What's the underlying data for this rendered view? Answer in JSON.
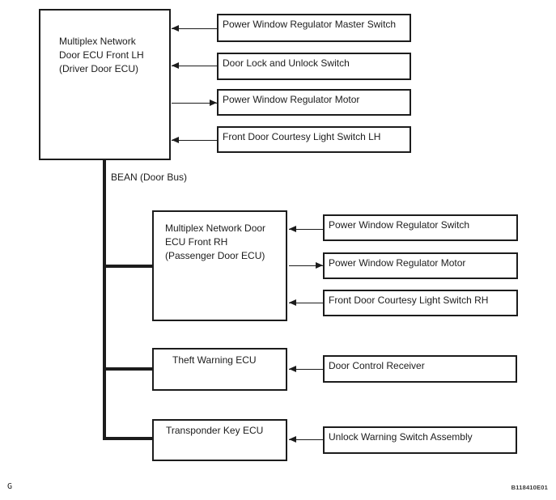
{
  "diagram": {
    "title_hint": "Multiplex network door ECU communication diagram",
    "bus_label": "BEAN (Door Bus)",
    "corner_mark": "G",
    "figure_code": "B118410E01",
    "colors": {
      "line": "#1c1c1c",
      "background": "#ffffff"
    },
    "nodes": {
      "driver_ecu": "Multiplex Network\nDoor ECU Front LH\n(Driver Door ECU)",
      "passenger_ecu": "Multiplex Network Door\nECU Front RH\n(Passenger Door ECU)",
      "theft_warning_ecu": "Theft Warning ECU",
      "transponder_key_ecu": "Transponder Key ECU",
      "pw_master_switch": "Power Window Regulator Master Switch",
      "door_lock_unlock_switch": "Door Lock and Unlock Switch",
      "pw_motor_lh": "Power Window Regulator Motor",
      "courtesy_switch_lh": "Front Door Courtesy Light Switch LH",
      "pw_switch_rh": "Power Window Regulator Switch",
      "pw_motor_rh": "Power Window Regulator Motor",
      "courtesy_switch_rh": "Front Door Courtesy Light Switch RH",
      "door_control_receiver": "Door Control Receiver",
      "unlock_warning_switch": "Unlock Warning Switch Assembly"
    },
    "connections": [
      {
        "from": "pw_master_switch",
        "to": "driver_ecu",
        "direction": "into-ecu"
      },
      {
        "from": "door_lock_unlock_switch",
        "to": "driver_ecu",
        "direction": "into-ecu"
      },
      {
        "from": "driver_ecu",
        "to": "pw_motor_lh",
        "direction": "out-of-ecu"
      },
      {
        "from": "courtesy_switch_lh",
        "to": "driver_ecu",
        "direction": "into-ecu"
      },
      {
        "from": "pw_switch_rh",
        "to": "passenger_ecu",
        "direction": "into-ecu"
      },
      {
        "from": "passenger_ecu",
        "to": "pw_motor_rh",
        "direction": "out-of-ecu"
      },
      {
        "from": "courtesy_switch_rh",
        "to": "passenger_ecu",
        "direction": "into-ecu"
      },
      {
        "from": "door_control_receiver",
        "to": "theft_warning_ecu",
        "direction": "into-ecu"
      },
      {
        "from": "unlock_warning_switch",
        "to": "transponder_key_ecu",
        "direction": "into-ecu"
      },
      {
        "bus": "BEAN (Door Bus)",
        "members": [
          "driver_ecu",
          "passenger_ecu",
          "theft_warning_ecu",
          "transponder_key_ecu"
        ]
      }
    ]
  }
}
